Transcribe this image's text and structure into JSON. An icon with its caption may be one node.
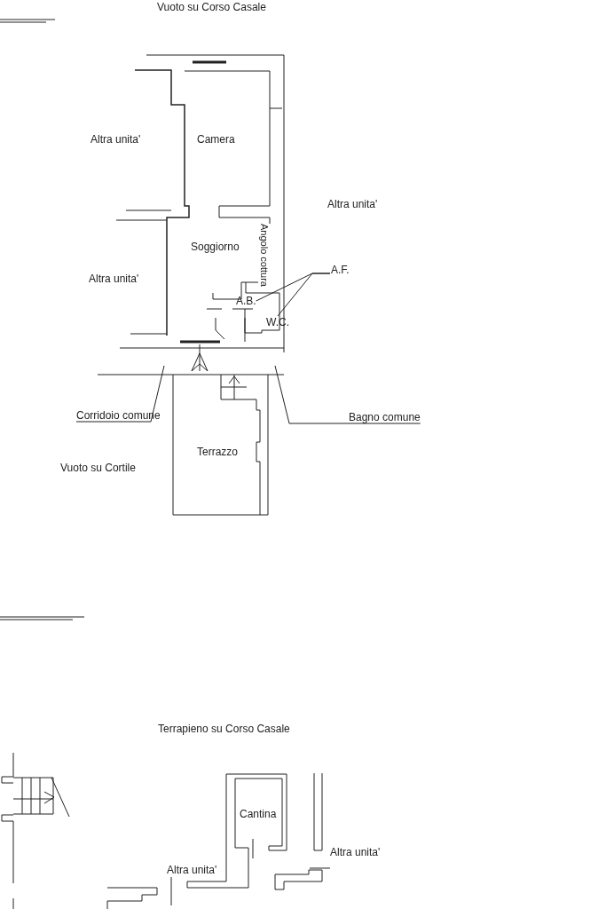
{
  "diagram": {
    "nodes": [
      {
        "text": [
          "Camera"
        ]
      },
      {
        "text": [
          "Soggiorno"
        ]
      },
      {
        "text": [
          "Angolo cottura"
        ]
      },
      {
        "text": [
          "A.B."
        ]
      },
      {
        "text": [
          "W.C."
        ]
      },
      {
        "text": [
          "Terrazzo"
        ]
      },
      {
        "text": [
          "A.F."
        ]
      },
      {
        "text": [
          "Corridoio comune"
        ]
      },
      {
        "text": [
          "Bagno comune"
        ]
      },
      {
        "text": [
          "Cantina"
        ]
      }
    ],
    "edges": [
      {
        "from": 6,
        "to": 3,
        "arrow": "none"
      },
      {
        "from": 6,
        "to": 4,
        "arrow": "none"
      },
      {
        "from": 7,
        "to": null,
        "arrow": "none"
      },
      {
        "from": 8,
        "to": null,
        "arrow": "none"
      }
    ],
    "labels": [
      "Vuoto su Corso Casale",
      "Altra unita'",
      "Altra unita'",
      "Altra unita'",
      "Vuoto su Cortile",
      "Terrapieno su Corso Casale",
      "Altra unita'",
      "Altra unita'"
    ]
  }
}
